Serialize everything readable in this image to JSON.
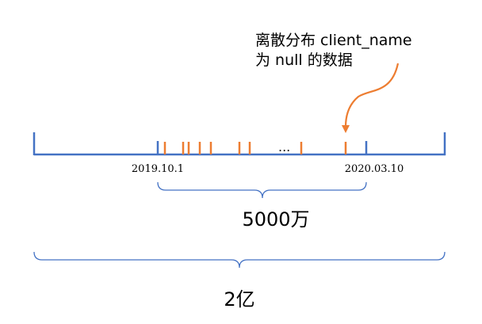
{
  "annotation": {
    "line1": "离散分布 client_name",
    "line2": "为 null 的数据"
  },
  "ellipsis": "...",
  "date_start": "2019.10.1",
  "date_end": "2020.03.10",
  "count_subset": "5000万",
  "count_total": "2亿",
  "colors": {
    "axis": "#4472C4",
    "marks": "#ED7D31",
    "brace": "#4472C4",
    "text": "#000000"
  }
}
